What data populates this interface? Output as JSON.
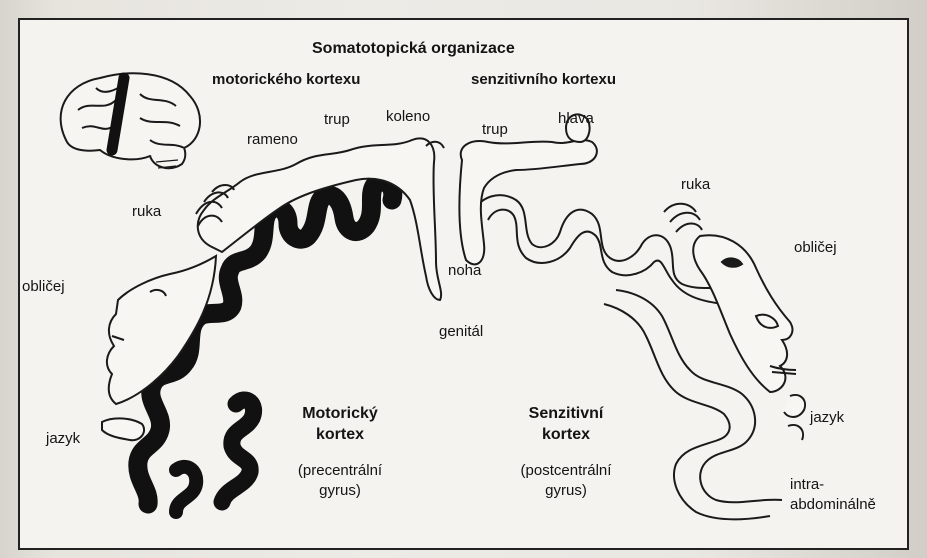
{
  "title": "Somatotopická organizace",
  "subtitle_left": "motorického kortexu",
  "subtitle_right": "senzitivního kortexu",
  "motor_labels": {
    "ruka": "ruka",
    "rameno": "rameno",
    "trup": "trup",
    "koleno": "koleno",
    "oblicej": "obličej",
    "jazyk": "jazyk"
  },
  "sensory_labels": {
    "trup": "trup",
    "hlava": "hlava",
    "ruka": "ruka",
    "oblicej": "obličej",
    "noha": "noha",
    "genital": "genitál",
    "jazyk": "jazyk",
    "intra_1": "intra-",
    "intra_2": "abdominálně"
  },
  "motor_cortex": {
    "name_1": "Motorický",
    "name_2": "kortex",
    "sub_1": "(precentrální",
    "sub_2": "gyrus)"
  },
  "sensory_cortex": {
    "name_1": "Senzitivní",
    "name_2": "kortex",
    "sub_1": "(postcentrální",
    "sub_2": "gyrus)"
  },
  "colors": {
    "ink": "#141414",
    "paper": "#f4f3ef",
    "motor_band": "#111111"
  },
  "icons": [
    "brain-icon",
    "motor-homunculus-icon",
    "sensory-homunculus-icon"
  ]
}
